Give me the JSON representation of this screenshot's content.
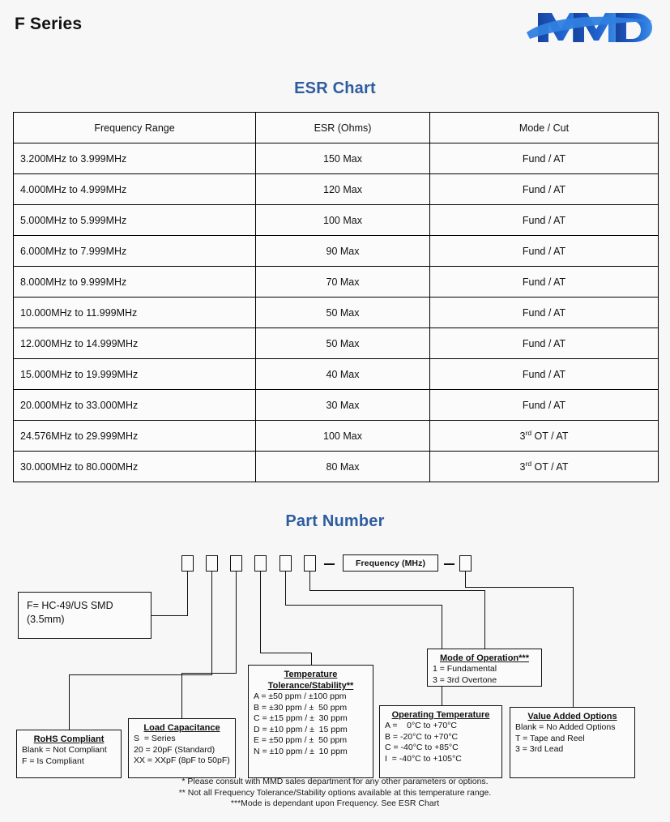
{
  "header": {
    "title": "F Series",
    "logo_text": "MMD",
    "logo_color": "#1b52b5",
    "logo_color_light": "#2f7fe0"
  },
  "esr_section": {
    "heading": "ESR Chart",
    "heading_color": "#2e5d9f",
    "columns": [
      "Frequency Range",
      "ESR (Ohms)",
      "Mode / Cut"
    ],
    "rows": [
      {
        "range": "3.200MHz to 3.999MHz",
        "esr": "150 Max",
        "mode": "Fund / AT",
        "mode_sup": ""
      },
      {
        "range": "4.000MHz to 4.999MHz",
        "esr": "120 Max",
        "mode": "Fund / AT",
        "mode_sup": ""
      },
      {
        "range": "5.000MHz to 5.999MHz",
        "esr": "100 Max",
        "mode": "Fund / AT",
        "mode_sup": ""
      },
      {
        "range": "6.000MHz to 7.999MHz",
        "esr": "90 Max",
        "mode": "Fund / AT",
        "mode_sup": ""
      },
      {
        "range": "8.000MHz to 9.999MHz",
        "esr": "70 Max",
        "mode": "Fund / AT",
        "mode_sup": ""
      },
      {
        "range": "10.000MHz to 11.999MHz",
        "esr": "50 Max",
        "mode": "Fund / AT",
        "mode_sup": ""
      },
      {
        "range": "12.000MHz to 14.999MHz",
        "esr": "50 Max",
        "mode": "Fund / AT",
        "mode_sup": ""
      },
      {
        "range": "15.000MHz to 19.999MHz",
        "esr": "40 Max",
        "mode": "Fund / AT",
        "mode_sup": ""
      },
      {
        "range": "20.000MHz to 33.000MHz",
        "esr": "30 Max",
        "mode": "Fund / AT",
        "mode_sup": ""
      },
      {
        "range": "24.576MHz to 29.999MHz",
        "esr": "100 Max",
        "mode": "3",
        "mode_sup": "rd",
        "mode_tail": " OT / AT"
      },
      {
        "range": "30.000MHz to 80.000MHz",
        "esr": "80 Max",
        "mode": "3",
        "mode_sup": "rd",
        "mode_tail": " OT / AT"
      }
    ]
  },
  "part_number": {
    "heading": "Part Number",
    "code_box_count": 7,
    "frequency_field": "Frequency (MHz)",
    "separator": "—",
    "callouts": {
      "family": {
        "lines": [
          "F= HC-49/US SMD",
          "(3.5mm)"
        ]
      },
      "rohs": {
        "caption": "RoHS Compliant",
        "lines": [
          "Blank = Not Compliant",
          "F = Is Compliant"
        ]
      },
      "load_capacitance": {
        "caption": "Load Capacitance",
        "lines": [
          "S  = Series",
          "20 = 20pF (Standard)",
          "XX = XXpF (8pF to 50pF)"
        ]
      },
      "temperature_stability": {
        "caption_line1": "Temperature",
        "caption_line2": "Tolerance/Stability",
        "caption_marker": "**",
        "lines": [
          "A = ±50 ppm / ±100 ppm",
          "B = ±30 ppm / ±  50 ppm",
          "C = ±15 ppm / ±  30 ppm",
          "D = ±10 ppm / ±  15 ppm",
          "E = ±50 ppm / ±  50 ppm",
          "N = ±10 ppm / ±  10 ppm"
        ]
      },
      "operating_temperature": {
        "caption": "Operating Temperature",
        "lines": [
          "A =    0°C to +70°C",
          "B = -20°C to +70°C",
          "C = -40°C to +85°C",
          "I  = -40°C to +105°C"
        ]
      },
      "mode_of_operation": {
        "caption": "Mode of Operation",
        "caption_marker": "***",
        "lines": [
          "1 = Fundamental",
          "3 = 3rd Overtone"
        ]
      },
      "value_added_options": {
        "caption": "Value Added Options",
        "lines": [
          "Blank = No Added Options",
          "T = Tape and Reel",
          "3 = 3rd Lead"
        ]
      }
    }
  },
  "footnotes": [
    "* Please consult with MMD sales department for any other parameters or options.",
    "** Not all Frequency Tolerance/Stability options available at this temperature range.",
    "***Mode is dependant upon Frequency. See ESR Chart"
  ]
}
